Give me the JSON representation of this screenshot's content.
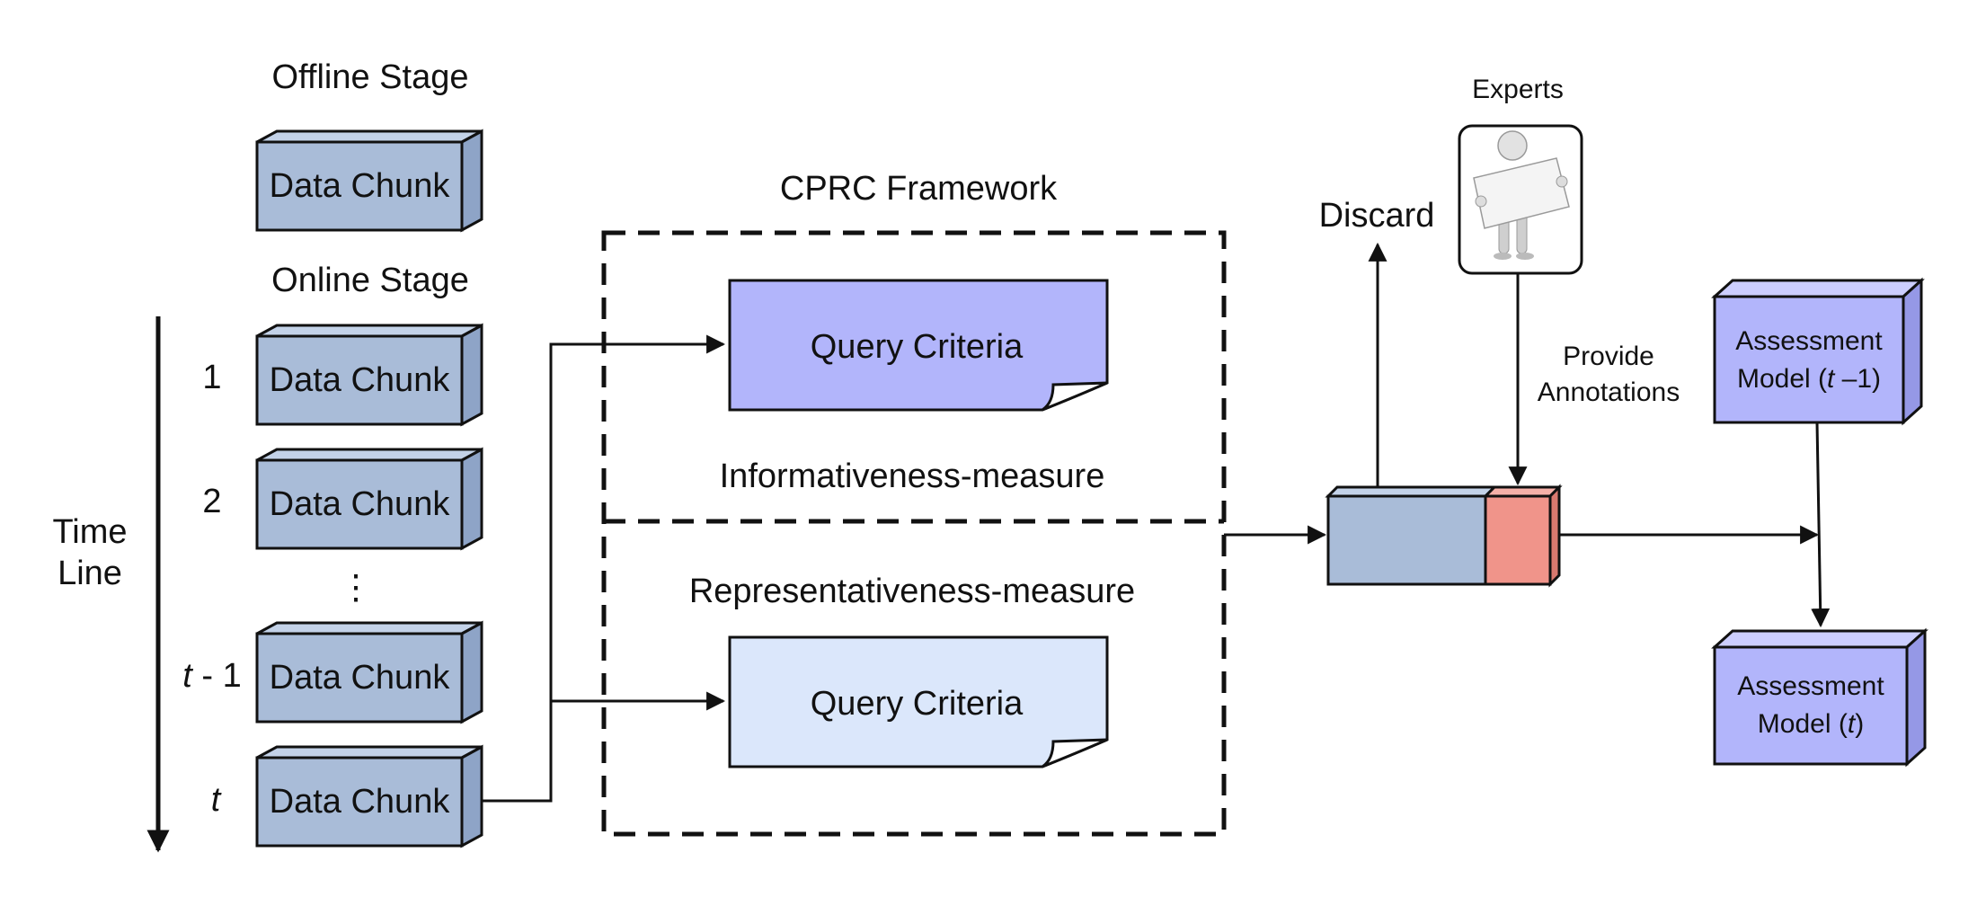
{
  "colors": {
    "chunk_face": "#a9bcd8",
    "chunk_top": "#c3d2e8",
    "chunk_side": "#8ea4c7",
    "query_informativeness": "#b2b5fb",
    "query_representativeness": "#dbe7fb",
    "annotated_part": "#f0948a",
    "assessment_face": "#b2b5fb",
    "assessment_top": "#ccceff",
    "assessment_side": "#9598e6",
    "stroke": "#111111"
  },
  "offline": {
    "title": "Offline Stage",
    "chunk_label": "Data Chunk"
  },
  "online": {
    "title": "Online Stage",
    "timeline_label_line1": "Time",
    "timeline_label_line2": "Line",
    "ellipsis": "⋮",
    "chunks": [
      {
        "index": "1",
        "label": "Data Chunk"
      },
      {
        "index": "2",
        "label": "Data Chunk"
      },
      {
        "index_italic": "t",
        "index_rest": " - 1",
        "label": "Data Chunk"
      },
      {
        "index_italic": "t",
        "index_rest": "",
        "label": "Data Chunk"
      }
    ]
  },
  "framework": {
    "title": "CPRC Framework",
    "informativeness_label": "Informativeness-measure",
    "representativeness_label": "Representativeness-measure",
    "query_top_label": "Query Criteria",
    "query_bottom_label": "Query Criteria"
  },
  "right": {
    "discard_label": "Discard",
    "experts_label": "Experts",
    "expert_icon": "person-holding-sign-icon",
    "annotations_line1": "Provide",
    "annotations_line2": "Annotations",
    "assessment_prev_line1": "Assessment",
    "assessment_prev_line2_pre": "Model (",
    "assessment_prev_line2_ital": "t",
    "assessment_prev_line2_post": " –1)",
    "assessment_curr_line1": "Assessment",
    "assessment_curr_line2_pre": "Model (",
    "assessment_curr_line2_ital": "t",
    "assessment_curr_line2_post": ")"
  }
}
